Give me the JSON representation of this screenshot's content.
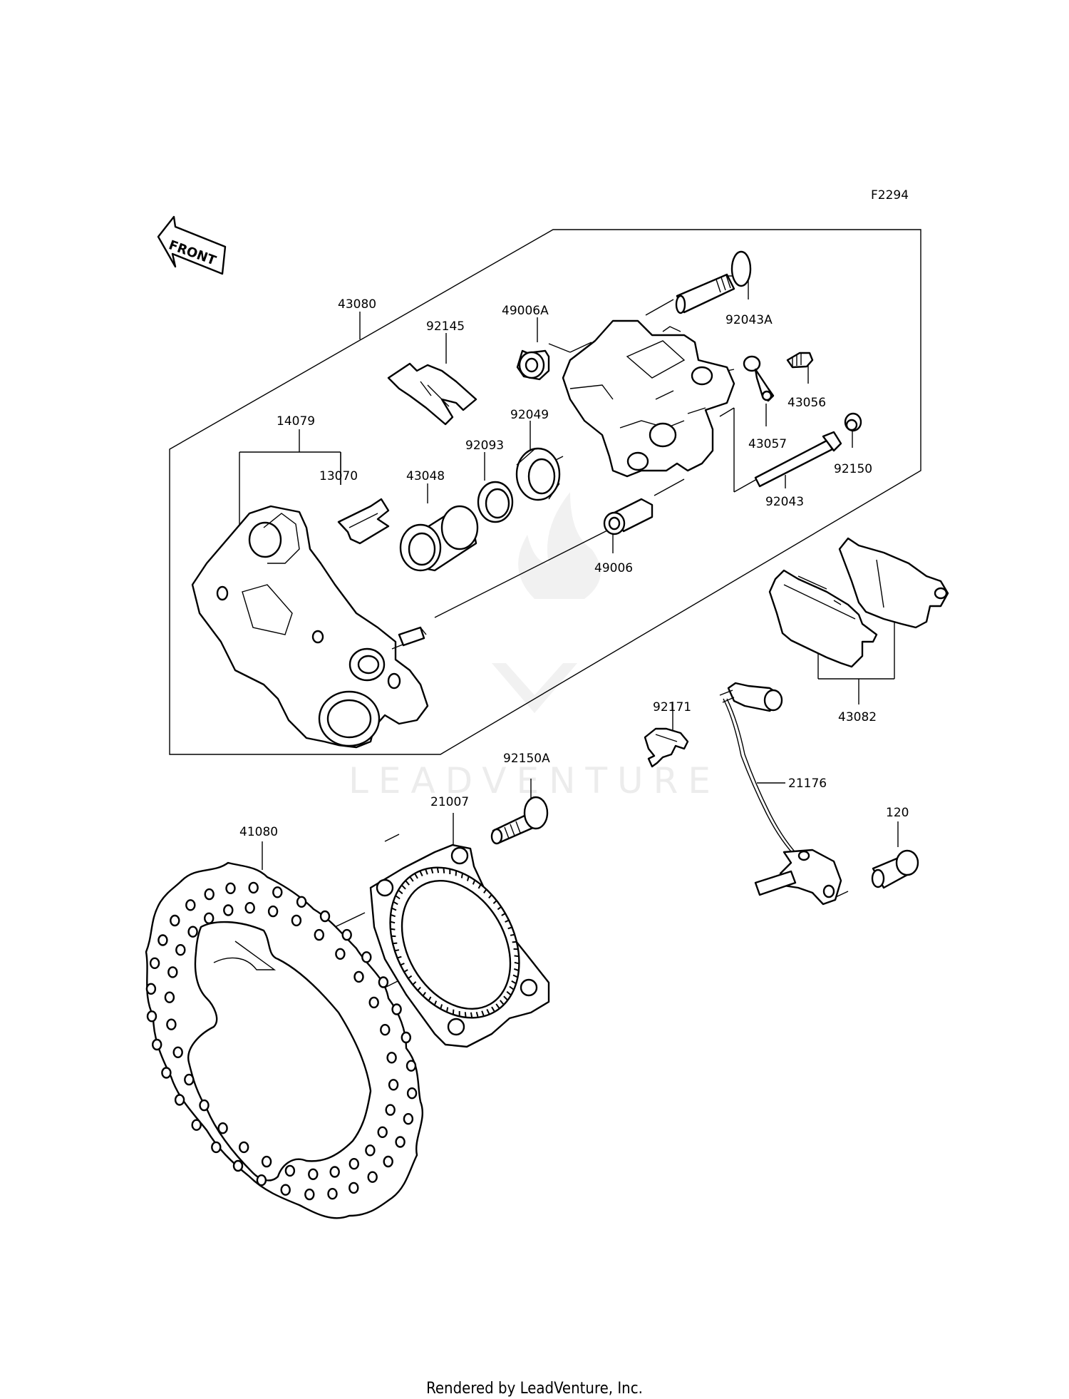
{
  "figure_code": "F2294",
  "front_label": "FRONT",
  "watermark": "LEADVENTURE",
  "footer": "Rendered by LeadVenture, Inc.",
  "parts": {
    "p43080": "43080",
    "p92145": "92145",
    "p49006A": "49006A",
    "p92043A": "92043A",
    "p43056": "43056",
    "p14079": "14079",
    "p13070": "13070",
    "p43048": "43048",
    "p92093": "92093",
    "p92049": "92049",
    "p43057": "43057",
    "p92150": "92150",
    "p92043": "92043",
    "p49006": "49006",
    "p43082": "43082",
    "p92171": "92171",
    "p92150A": "92150A",
    "p21007": "21007",
    "p21176": "21176",
    "p41080": "41080",
    "p120": "120"
  }
}
